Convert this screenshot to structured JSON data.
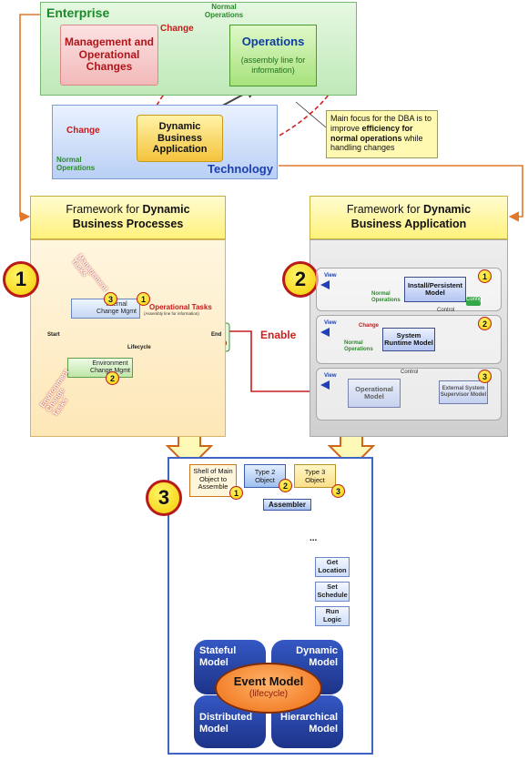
{
  "enterprise": {
    "title": "Enterprise",
    "mgmt_box": "Management and Operational Changes",
    "operations_title": "Operations",
    "operations_sub": "(assembly line for information)",
    "normal_ops_top": "Normal Operations",
    "change_top": "Change"
  },
  "technology": {
    "title": "Technology",
    "dba_box": "Dynamic Business Application",
    "change": "Change",
    "normal_ops": "Normal Operations"
  },
  "note": {
    "pre": "Main focus for the DBA is to improve ",
    "bold": "efficiency for normal operations",
    "post": " while handling changes"
  },
  "framework_left": {
    "title_plain": "Framework for ",
    "title_bold_1": "Dynamic",
    "title_bold_2": "Business Processes",
    "badge": "1",
    "management_tasks": "Management Tasks",
    "internal_change_mgmt": "Internal Change Mgmt",
    "operational_tasks": "Operational Tasks",
    "operational_sub": "(Assembly line for information)",
    "start": "Start",
    "end": "End",
    "lifecycle": "Lifecycle",
    "env_change_mgmt": "Environment Change Mgmt",
    "env_change_tasks": "Environment Change Tasks",
    "sub_badges": [
      "1",
      "2",
      "3"
    ]
  },
  "enable_label": "Enable",
  "framework_right": {
    "title_plain": "Framework for ",
    "title_bold_1": "Dynamic",
    "title_bold_2": "Business Application",
    "badge": "2",
    "install_model": "Install/Persistent Model",
    "runtime_model": "System Runtime Model",
    "operational_model": "Operational Model",
    "external_model": "External System Supervisor Model",
    "view": "View",
    "normal_ops": "Normal Operations",
    "change": "Change",
    "control": "Control",
    "config": "Config",
    "sub_badges": [
      "1",
      "2",
      "3"
    ]
  },
  "bottom": {
    "badge": "3",
    "shell_obj": "Shell of Main Object to Assemble",
    "type2": "Type 2 Object",
    "type3": "Type 3 Object",
    "assembler": "Assembler",
    "ellipsis": "...",
    "tabs": [
      "Get Location",
      "Set Schedule",
      "Run Logic"
    ],
    "stateful": "Stateful Model",
    "dynamic": "Dynamic Model",
    "distributed": "Distributed Model",
    "hierarchical": "Hierarchical Model",
    "event_model": "Event Model",
    "lifecycle": "(lifecycle)",
    "obj_badges": [
      "1",
      "2",
      "3"
    ]
  },
  "colors": {
    "flow_orange": "#e2782a",
    "accent_red": "#c51a1a",
    "dashed_red": "#cc2222",
    "quad_blue": "#2442a6",
    "badge_yellow": "#f5cc00"
  }
}
